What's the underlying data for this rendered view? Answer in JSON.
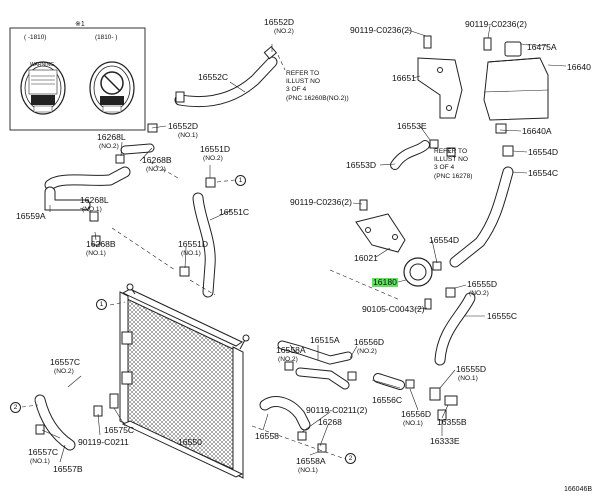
{
  "inset": {
    "star_note": "※1",
    "cap_left_note": "(  -1810)",
    "cap_right_note": "(1810-  )",
    "cap_left_warn_text": "WARNING"
  },
  "labels": {
    "l16552D_top": "16552D",
    "q16552D_top": "(NO.2)",
    "l16552C": "16552C",
    "l16552D_mid": "16552D",
    "q16552D_mid": "(NO.1)",
    "l16268L_top": "16268L",
    "q16268L_top": "(NO.2)",
    "l16268B_top": "16268B",
    "q16268B_top": "(NO.2)",
    "l16551D_top": "16551D",
    "q16551D_top": "(NO.2)",
    "l16268L_mid": "16268L",
    "q16268L_mid": "(NO.1)",
    "l16559A": "16559A",
    "l16268B_mid": "16268B",
    "q16268B_mid": "(NO.1)",
    "l16551C": "16551C",
    "l16551D_mid": "16551D",
    "q16551D_mid": "(NO.1)",
    "l90119_top": "90119-C0236(2)",
    "l90119_top2": "90119-C0236(2)",
    "l16475A": "16475A",
    "l16640": "16640",
    "l16651": "16651",
    "l16553E": "16553E",
    "l16553D": "16553D",
    "l16640A": "16640A",
    "l16554D_top": "16554D",
    "l16554C": "16554C",
    "l90119_mid": "90119-C0236(2)",
    "l16021": "16021",
    "l16554D_mid": "16554D",
    "l16180": "16180",
    "l16555D_top": "16555D",
    "q16555D_top": "(NO.2)",
    "l90105": "90105-C0043(2)",
    "l16555C": "16555C",
    "l16558A_top": "16558A",
    "q16558A_top": "(NO.2)",
    "l16515A": "16515A",
    "l16556D_top": "16556D",
    "q16556D_top": "(NO.2)",
    "l16556C": "16556C",
    "l16555D_bot": "16555D",
    "q16555D_bot": "(NO.1)",
    "l16557C_top": "16557C",
    "q16557C_top": "(NO.2)",
    "l16557C_bot": "16557C",
    "q16557C_bot": "(NO.1)",
    "l16557B": "16557B",
    "l90119_bot": "90119-C0211",
    "l16575C": "16575C",
    "l16550": "16550",
    "l16558": "16558",
    "l90119_bot2": "90119-C0211(2)",
    "l16268": "16268",
    "l16558A_bot": "16558A",
    "q16558A_bot": "(NO.1)",
    "l16556D_bot": "16556D",
    "q16556D_bot": "(NO.1)",
    "l16355B": "16355B",
    "l16333E": "16333E",
    "footer_code": "166046B"
  },
  "refs": {
    "ref_top": "REFER TO\nILLUST NO\n3 OF 4\n(PNC 16260B(NO.2))",
    "ref_mid": "REFER TO\nILLUST NO\n3 OF 4\n(PNC 16278)"
  },
  "circles": {
    "c1_a": "1",
    "c1_b": "1",
    "c2_a": "2",
    "c2_b": "2"
  }
}
